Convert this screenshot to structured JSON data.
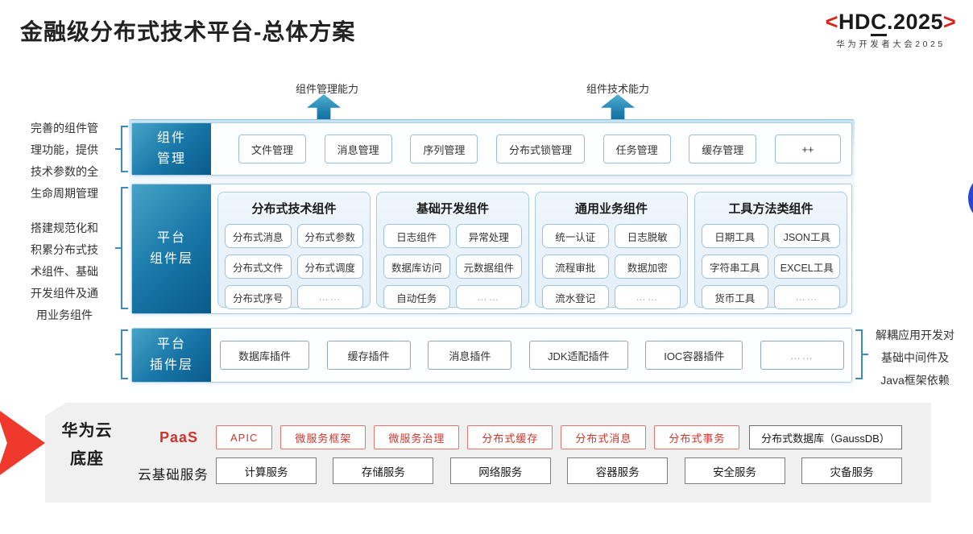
{
  "title": "金融级分布式技术平台-总体方案",
  "logo": {
    "lb": "<",
    "part1": "HD",
    "part2": "C",
    "part3": ".2025",
    "rb": ">",
    "subtitle": "华为开发者大会2025",
    "accent_color": "#d8251c"
  },
  "capability_arrows": {
    "left_label": "组件管理能力",
    "right_label": "组件技术能力",
    "arrow_color": "#1d7fae"
  },
  "notes": {
    "left_top_lines": [
      "完善的组件管",
      "理功能，提供",
      "技术参数的全",
      "生命周期管理"
    ],
    "left_bottom_lines": [
      "搭建规范化和",
      "积累分布式技",
      "术组件、基础",
      "开发组件及通",
      "用业务组件"
    ],
    "right_lines": [
      "解耦应用开发对",
      "基础中间件及",
      "Java框架依赖"
    ]
  },
  "layers": {
    "component_mgmt": {
      "label_line1": "组件",
      "label_line2": "管理",
      "items": [
        "文件管理",
        "消息管理",
        "序列管理",
        "分布式锁管理",
        "任务管理",
        "缓存管理",
        "++"
      ]
    },
    "platform_components": {
      "label_line1": "平台",
      "label_line2": "组件层",
      "groups": [
        {
          "title": "分布式技术组件",
          "items": [
            "分布式消息",
            "分布式参数",
            "分布式文件",
            "分布式调度",
            "分布式序号",
            "……"
          ]
        },
        {
          "title": "基础开发组件",
          "items": [
            "日志组件",
            "异常处理",
            "数据库访问",
            "元数据组件",
            "自动任务",
            "……"
          ]
        },
        {
          "title": "通用业务组件",
          "items": [
            "统一认证",
            "日志脱敏",
            "流程审批",
            "数据加密",
            "流水登记",
            "……"
          ]
        },
        {
          "title": "工具方法类组件",
          "items": [
            "日期工具",
            "JSON工具",
            "字符串工具",
            "EXCEL工具",
            "货币工具",
            "……"
          ]
        }
      ]
    },
    "platform_plugins": {
      "label_line1": "平台",
      "label_line2": "插件层",
      "items": [
        "数据库插件",
        "缓存插件",
        "消息插件",
        "JDK适配插件",
        "IOC容器插件",
        "……"
      ]
    }
  },
  "foundation": {
    "label_line1": "华为云",
    "label_line2": "底座",
    "paas_label": "PaaS",
    "paas_items": [
      "APIC",
      "微服务框架",
      "微服务治理",
      "分布式缓存",
      "分布式消息",
      "分布式事务"
    ],
    "paas_db_item": "分布式数据库（GaussDB）",
    "cloud_label": "云基础服务",
    "cloud_items": [
      "计算服务",
      "存储服务",
      "网络服务",
      "容器服务",
      "安全服务",
      "灾备服务"
    ],
    "panel_color": "#f1f0f0",
    "red_color": "#cf352b"
  },
  "layer_label_color": "#1877a8"
}
